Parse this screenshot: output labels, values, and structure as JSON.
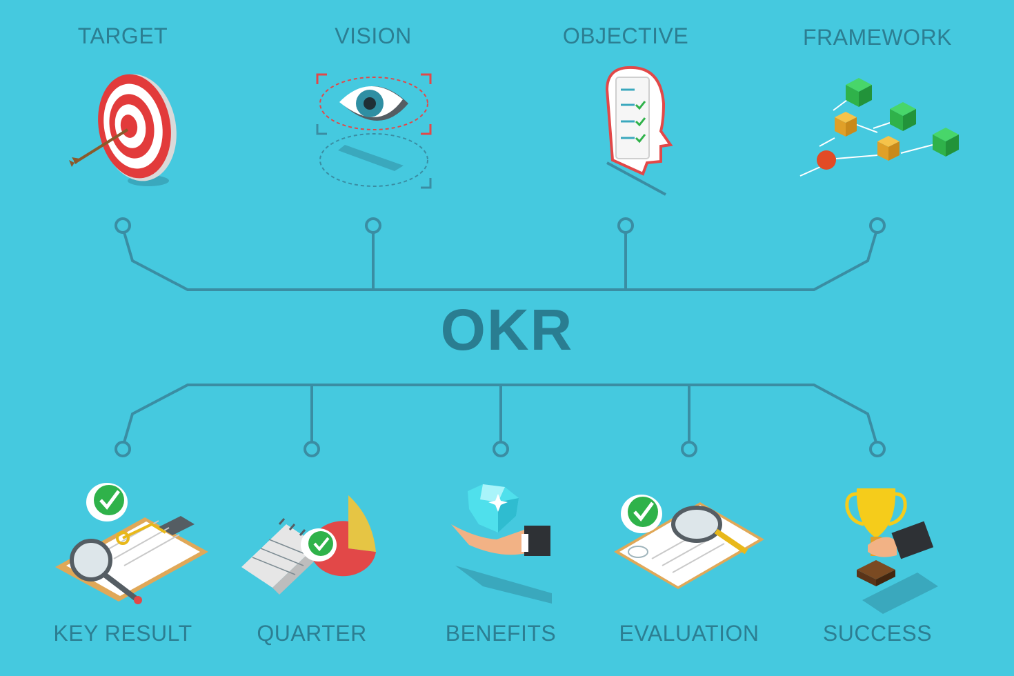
{
  "title": "OKR",
  "top_items": [
    {
      "label": "TARGET",
      "icon": "target-icon"
    },
    {
      "label": "VISION",
      "icon": "eye-icon"
    },
    {
      "label": "OBJECTIVE",
      "icon": "head-checklist-icon"
    },
    {
      "label": "FRAMEWORK",
      "icon": "flowchart-icon"
    }
  ],
  "bottom_items": [
    {
      "label": "KEY RESULT",
      "icon": "clipboard-key-icon"
    },
    {
      "label": "QUARTER",
      "icon": "calendar-chart-icon"
    },
    {
      "label": "BENEFITS",
      "icon": "diamond-hand-icon"
    },
    {
      "label": "EVALUATION",
      "icon": "document-magnifier-icon"
    },
    {
      "label": "SUCCESS",
      "icon": "trophy-hand-icon"
    }
  ],
  "colors": {
    "background": "#45c9df",
    "text": "#2c7e92",
    "connector": "#3a8da3"
  }
}
